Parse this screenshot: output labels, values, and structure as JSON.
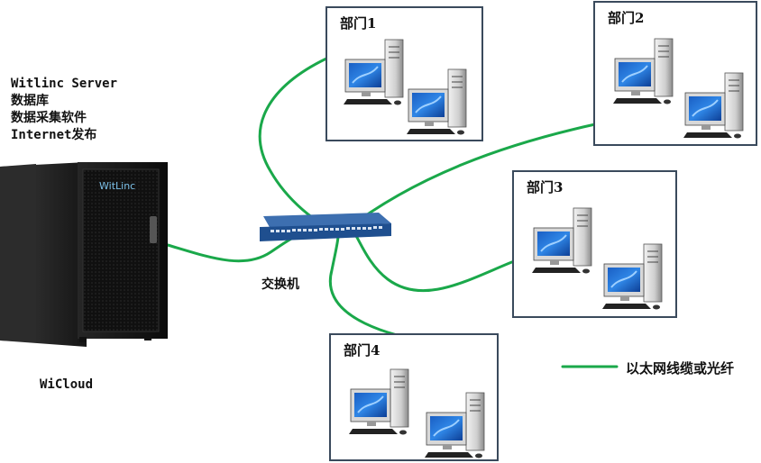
{
  "server": {
    "lines": [
      "Witlinc Server",
      "数据库",
      "数据采集软件",
      "Internet发布"
    ],
    "brand": "WitLinc",
    "caption": "WiCloud"
  },
  "switch": {
    "label": "交换机"
  },
  "departments": [
    {
      "title": "部门1"
    },
    {
      "title": "部门2"
    },
    {
      "title": "部门3"
    },
    {
      "title": "部门4"
    }
  ],
  "legend": {
    "label": "以太网线缆或光纤",
    "line_color": "#1aa84a"
  },
  "colors": {
    "cable": "#1aa84a",
    "box_border": "#3a4a5c",
    "switch_body": "#2a5fa0"
  }
}
